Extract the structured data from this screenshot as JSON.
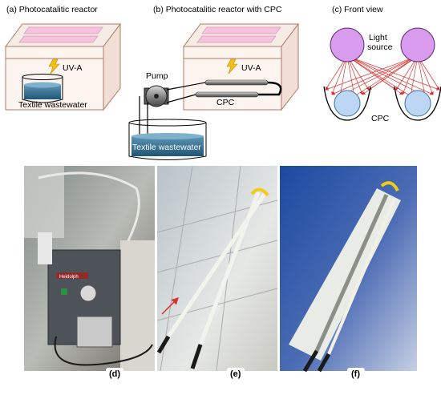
{
  "panels": {
    "a": {
      "title": "(a) Photocatalitic reactor",
      "lamp_label": "UV-A",
      "water_label": "Textile wastewater"
    },
    "b": {
      "title": "(b) Photocatalitic reactor with CPC",
      "lamp_label": "UV-A",
      "pump_label": "Pump",
      "cpc_label": "CPC",
      "water_label": "Textile wastewater"
    },
    "c": {
      "title": "(c) Front view",
      "source_label_line1": "Light",
      "source_label_line2": "source",
      "cpc_label": "CPC"
    },
    "d": {
      "label": "(d)",
      "device_brand": "Heidolph"
    },
    "e": {
      "label": "(e)"
    },
    "f": {
      "label": "(f)"
    }
  },
  "colors": {
    "box_fill": "#f6ece6",
    "box_edge": "#b07a67",
    "lamp_pink": "#f7c3dc",
    "water_blue": "#2f6f8f",
    "light_source": "#d99bee",
    "tube_blue": "#bcd6f3",
    "ray_red": "#d9322f",
    "bolt_yellow": "#f2bf16"
  }
}
